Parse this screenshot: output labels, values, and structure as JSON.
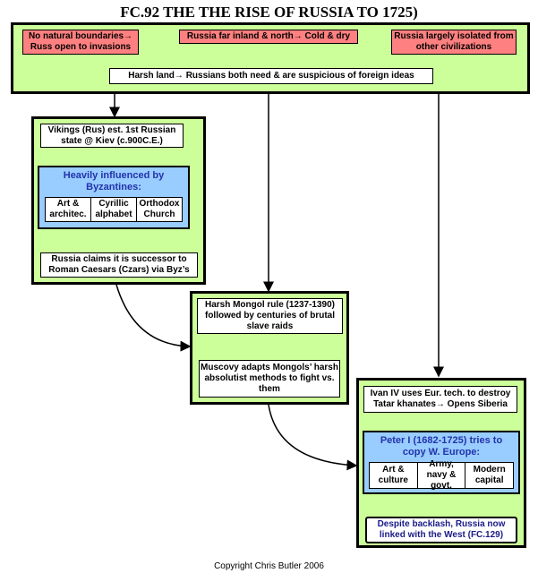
{
  "title": "FC.92 THE THE RISE OF RUSSIA TO 1725)",
  "top": {
    "causes": [
      "No natural boundaries→ Russ open to invasions",
      "Russia far inland & north→ Cold & dry",
      "Russia largely isolated from other civilizations"
    ],
    "result": "Harsh land→ Russians both need & are suspicious of foreign ideas"
  },
  "kiev": {
    "vikings": "Vikings (Rus) est. 1st Russian state @ Kiev (c.900C.E.)",
    "byz_title": "Heavily influenced by Byzantines:",
    "byz_items": [
      "Art & architec.",
      "Cyrillic alphabet",
      "Orthodox Church"
    ],
    "claims": "Russia claims it is successor to Roman Caesars (Czars) via Byz’s"
  },
  "mongol": {
    "rule": "Harsh Mongol rule (1237-1390) followed by centuries of brutal slave raids",
    "muscovy": "Muscovy adapts Mongols’ harsh absolutist methods to fight vs. them"
  },
  "west": {
    "ivan": "Ivan IV uses Eur. tech. to destroy Tatar khanates→ Opens Siberia",
    "peter_title": "Peter I (1682-1725) tries to copy W. Europe:",
    "peter_items": [
      "Art & culture",
      "Army, navy & govt.",
      "Modern capital"
    ],
    "result": "Despite backlash, Russia now linked with the West (FC.129)"
  },
  "footer": "Copyright Chris Butler 2006"
}
